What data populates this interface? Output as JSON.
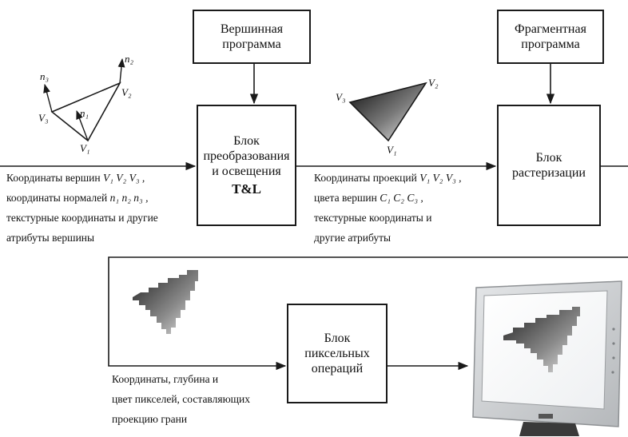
{
  "boxes": {
    "vertex_program": {
      "line1": "Вершинная",
      "line2": "программа"
    },
    "fragment_program": {
      "line1": "Фрагментная",
      "line2": "программа"
    },
    "tl_block": {
      "line1": "Блок",
      "line2": "преобразования",
      "line3": "и освещения",
      "line4": "T&L"
    },
    "raster_block": {
      "line1": "Блок",
      "line2": "растеризации"
    },
    "pixel_block": {
      "line1": "Блок",
      "line2": "пиксельных",
      "line3": "операций"
    }
  },
  "captions": {
    "vertex_input": {
      "l1_text": "Координаты вершин",
      "l1_vars": "V₁ V₂ V₃ ,",
      "l2_text": "координаты нормалей",
      "l2_vars": "n₁ n₂ n₃ ,",
      "l3": "текстурные координаты и другие",
      "l4": "атрибуты вершины"
    },
    "projection": {
      "l1_text": "Координаты проекций",
      "l1_vars": "V₁ V₂ V₃ ,",
      "l2_text": "цвета вершин",
      "l2_vars": "C₁ C₂ C₃ ,",
      "l3": "текстурные координаты и",
      "l4": "другие атрибуты"
    },
    "pixels": {
      "l1": "Координаты, глубина и",
      "l2": "цвет пикселей, составляющих",
      "l3": "проекцию грани"
    }
  },
  "labels": {
    "n1": "n₁",
    "n2": "n₂",
    "n3": "n₃",
    "v1": "V₁",
    "v2": "V₂",
    "v3": "V₃",
    "p_v1": "V₁",
    "p_v2": "V₂",
    "p_v3": "V₃"
  },
  "colors": {
    "line": "#1a1a1a",
    "gradient_dark": "#111111",
    "gradient_light": "#ffffff",
    "monitor_frame": "#d0d2d4",
    "monitor_base": "#3a3a3a"
  },
  "icons": {
    "monitor": "lcd-monitor-icon"
  }
}
